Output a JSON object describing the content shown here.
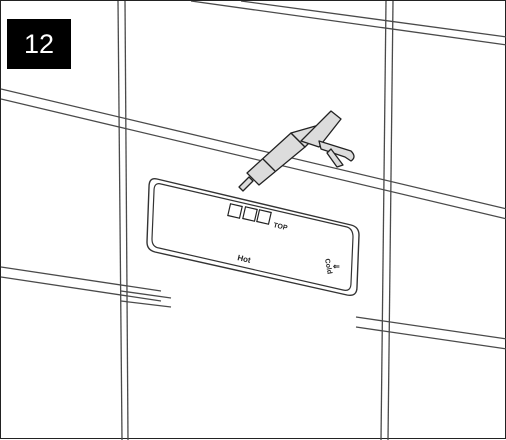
{
  "step": {
    "number": "12"
  },
  "panel": {
    "label_center": "Hot",
    "label_right": "Cold",
    "label_button": "TOP",
    "arrow_right": "⇐"
  },
  "colors": {
    "stroke": "#333333",
    "tile_line": "#4a4a4a",
    "badge_bg": "#000000",
    "badge_text": "#ffffff",
    "gun_fill": "#dcdcdc"
  },
  "icons": {
    "tool": "silicone-sealant-gun-icon"
  }
}
